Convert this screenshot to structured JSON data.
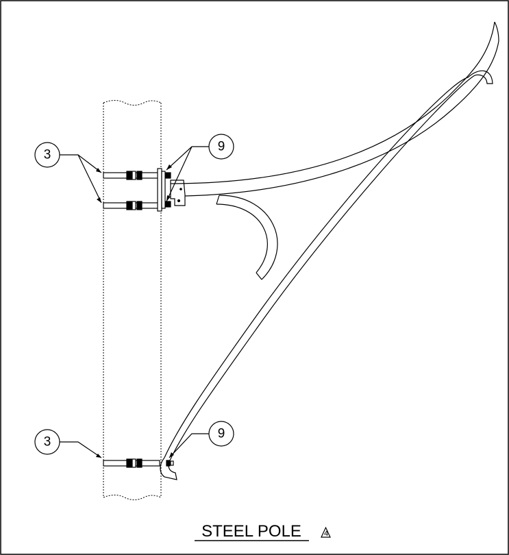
{
  "callouts": {
    "upper_clamp_ref": "3",
    "upper_arm_ref": "9",
    "lower_clamp_ref": "3",
    "lower_arm_ref": "9"
  },
  "title": {
    "text": "STEEL POLE",
    "revision_mark": "4"
  }
}
